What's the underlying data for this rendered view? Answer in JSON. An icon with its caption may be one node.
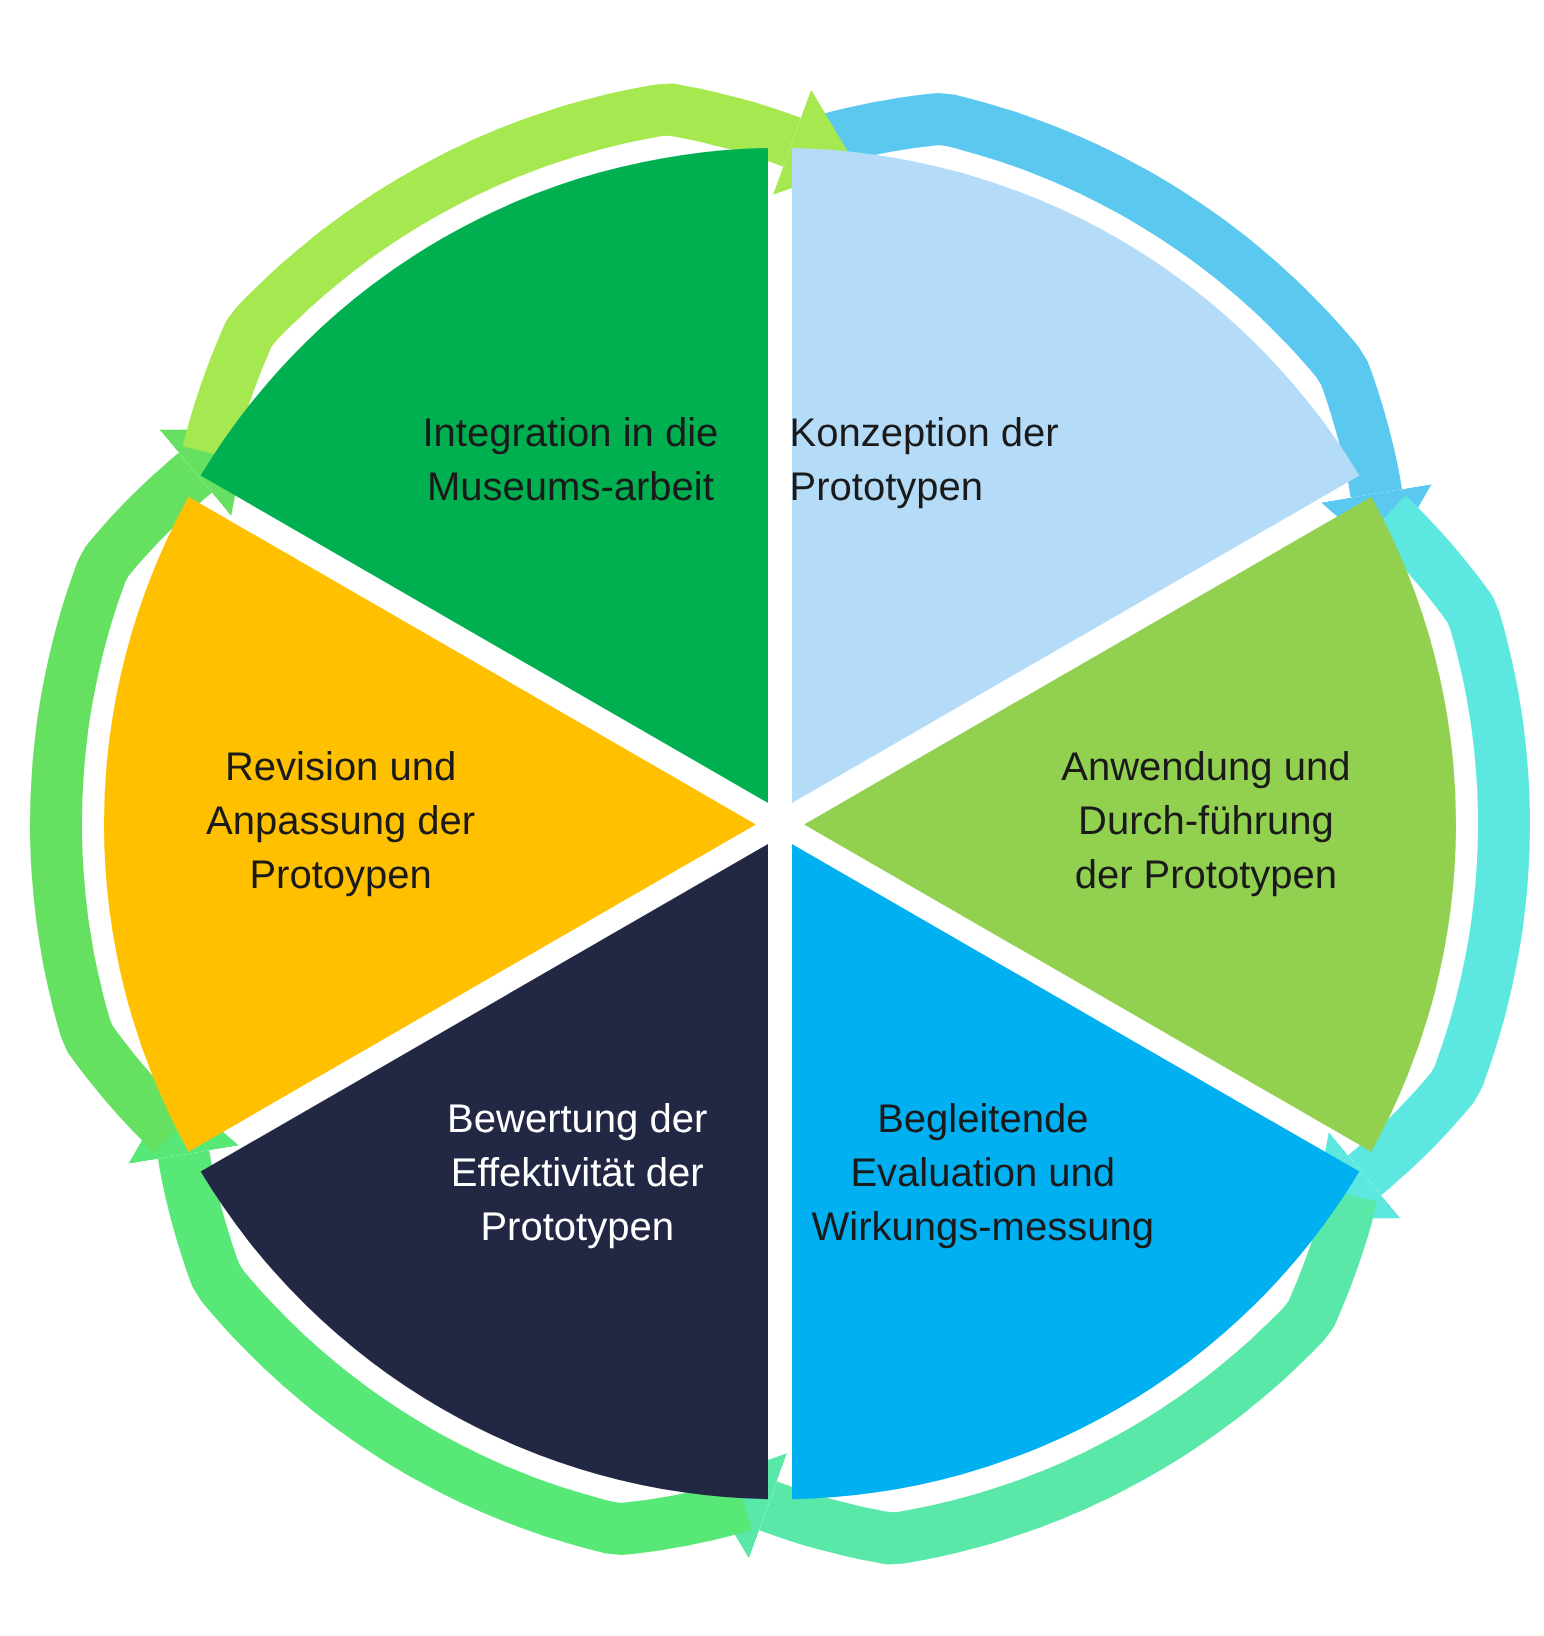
{
  "diagram": {
    "nodes": [
      {
        "text": [
          "Konzeption der Prototypen"
        ]
      },
      {
        "text": [
          "Anwendung und Durch-führung der Prototypen"
        ]
      },
      {
        "text": [
          "Begleitende Evaluation und Wirkungs-messung"
        ]
      },
      {
        "text": [
          "Bewertung der Effektivität der Prototypen"
        ]
      },
      {
        "text": [
          "Revision und Anpassung der Protoypen"
        ]
      },
      {
        "text": [
          "Integration in die Museums-arbeit"
        ]
      }
    ],
    "edges": [
      {
        "from": 0,
        "to": 1,
        "arrow": "to",
        "color": "#5bc8f0"
      },
      {
        "from": 1,
        "to": 2,
        "arrow": "to",
        "color": "#5ce8e0"
      },
      {
        "from": 2,
        "to": 3,
        "arrow": "to",
        "color": "#5ae8a8"
      },
      {
        "from": 3,
        "to": 4,
        "arrow": "to",
        "color": "#58e878"
      },
      {
        "from": 4,
        "to": 5,
        "arrow": "to",
        "color": "#66e060"
      },
      {
        "from": 5,
        "to": 0,
        "arrow": "to",
        "color": "#a6e84f"
      }
    ]
  }
}
